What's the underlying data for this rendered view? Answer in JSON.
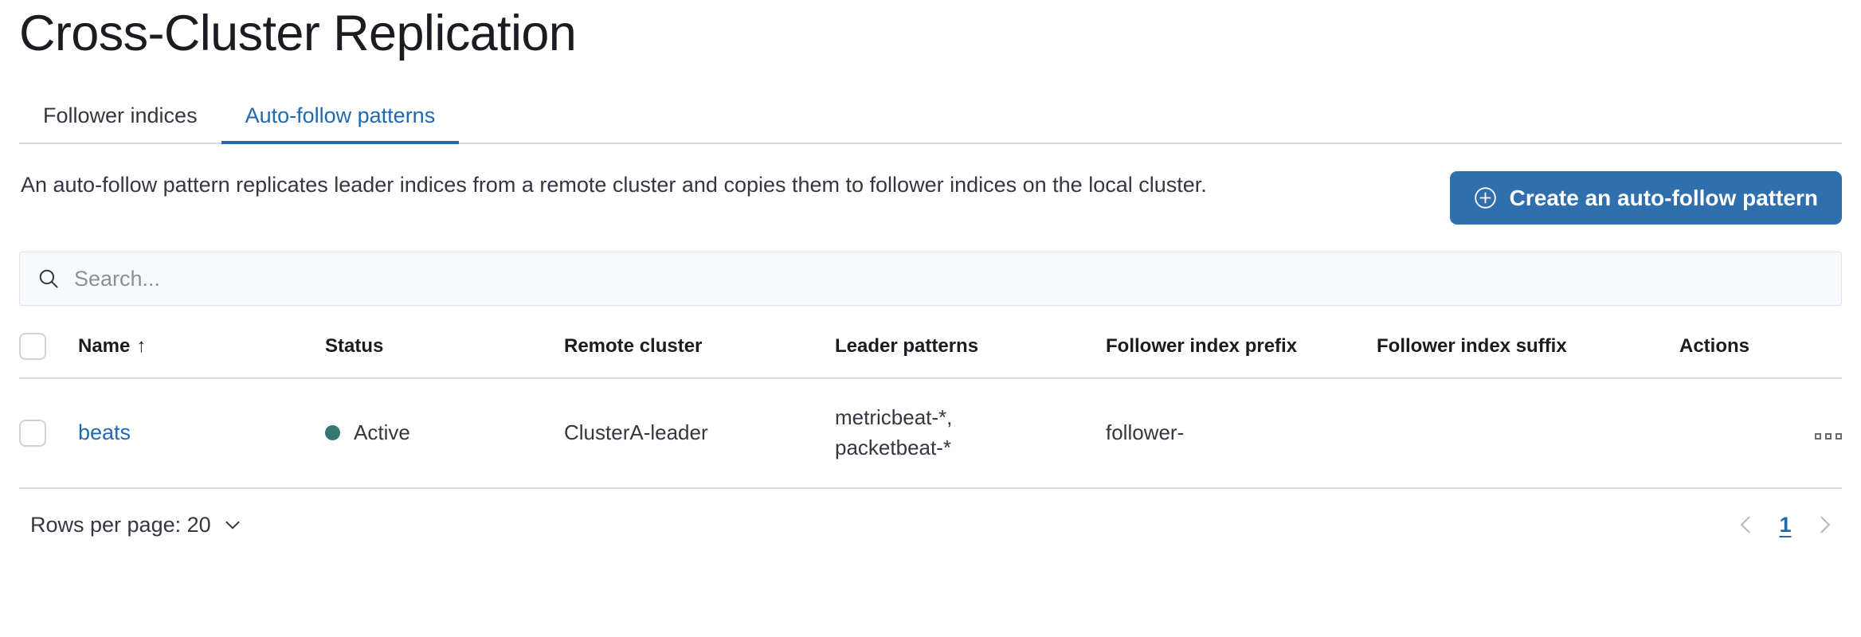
{
  "page": {
    "title": "Cross-Cluster Replication"
  },
  "tabs": [
    {
      "label": "Follower indices",
      "active": false
    },
    {
      "label": "Auto-follow patterns",
      "active": true
    }
  ],
  "intro": {
    "description": "An auto-follow pattern replicates leader indices from a remote cluster and copies them to follower indices on the local cluster.",
    "create_button_label": "Create an auto-follow pattern",
    "create_button_icon": "plus-in-circle-icon"
  },
  "search": {
    "placeholder": "Search...",
    "value": "",
    "icon": "search-icon"
  },
  "table": {
    "columns": [
      {
        "key": "name",
        "label": "Name",
        "sorted": "asc",
        "sort_glyph": "↑"
      },
      {
        "key": "status",
        "label": "Status"
      },
      {
        "key": "remote_cluster",
        "label": "Remote cluster"
      },
      {
        "key": "leader_patterns",
        "label": "Leader patterns"
      },
      {
        "key": "follower_index_prefix",
        "label": "Follower index prefix"
      },
      {
        "key": "follower_index_suffix",
        "label": "Follower index suffix"
      },
      {
        "key": "actions",
        "label": "Actions"
      }
    ],
    "rows": [
      {
        "name": "beats",
        "status": "Active",
        "status_color": "#35786e",
        "remote_cluster": "ClusterA-leader",
        "leader_patterns": "metricbeat-*,\npacketbeat-*",
        "follower_index_prefix": "follower-",
        "follower_index_suffix": "",
        "actions_icon": "more-actions-icon"
      }
    ]
  },
  "footer": {
    "rows_per_page_label": "Rows per page: 20",
    "rows_per_page_value": "20",
    "prev_icon": "chevron-left-icon",
    "next_icon": "chevron-right-icon",
    "current_page": "1"
  },
  "colors": {
    "accent_blue": "#2069b0",
    "button_blue": "#2f6fad",
    "status_green": "#35786e",
    "border_gray": "#d3dae6",
    "text": "#343741"
  }
}
